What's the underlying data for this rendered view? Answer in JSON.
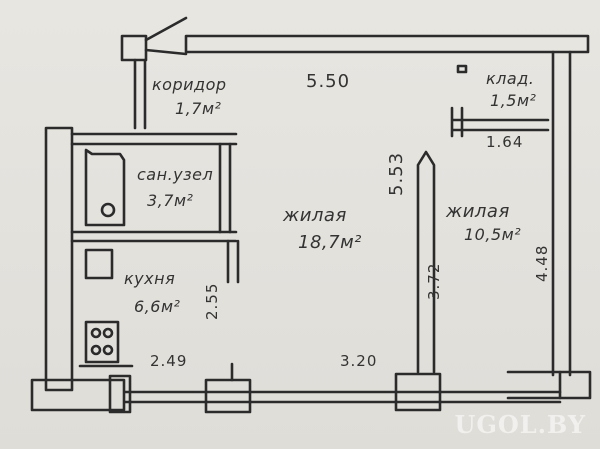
{
  "rooms": {
    "corridor": {
      "name": "коридор",
      "area": "1,7м²"
    },
    "bathroom": {
      "name": "сан.узел",
      "area": "3,7м²"
    },
    "kitchen": {
      "name": "кухня",
      "area": "6,6м²"
    },
    "living_large": {
      "name": "жилая",
      "area": "18,7м²"
    },
    "living_small": {
      "name": "жилая",
      "area": "10,5м²"
    },
    "storage": {
      "name": "клад.",
      "area": "1,5м²"
    }
  },
  "dimensions": {
    "top_wall": "5.50",
    "kitchen_bottom": "2.49",
    "kitchen_side": "2.55",
    "living_bottom": "3.20",
    "partition_height": "5.53",
    "storage_width": "1.64",
    "small_room_inner": "3.72",
    "small_room_height": "4.48"
  },
  "watermark": "UGOL.BY"
}
